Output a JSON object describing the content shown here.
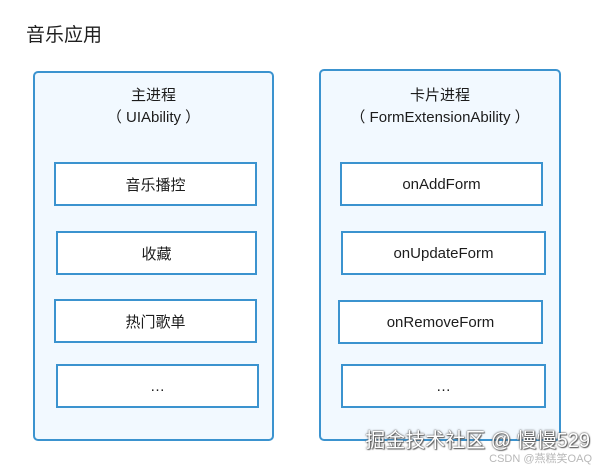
{
  "title": "音乐应用",
  "panels": {
    "left": {
      "title": "主进程",
      "subtitle": "（ UIAbility ）",
      "items": [
        "音乐播控",
        "收藏",
        "热门歌单",
        "…"
      ]
    },
    "right": {
      "title": "卡片进程",
      "subtitle": "（ FormExtensionAbility ）",
      "items": [
        "onAddForm",
        "onUpdateForm",
        "onRemoveForm",
        "…"
      ]
    }
  },
  "watermark": {
    "text": "掘金技术社区 @ 慢慢529",
    "subtext": "CSDN @燕糕笑OAQ"
  },
  "colors": {
    "border": "#3b93cf",
    "panel_fill": "#f2f9ff",
    "item_fill": "#ffffff"
  }
}
